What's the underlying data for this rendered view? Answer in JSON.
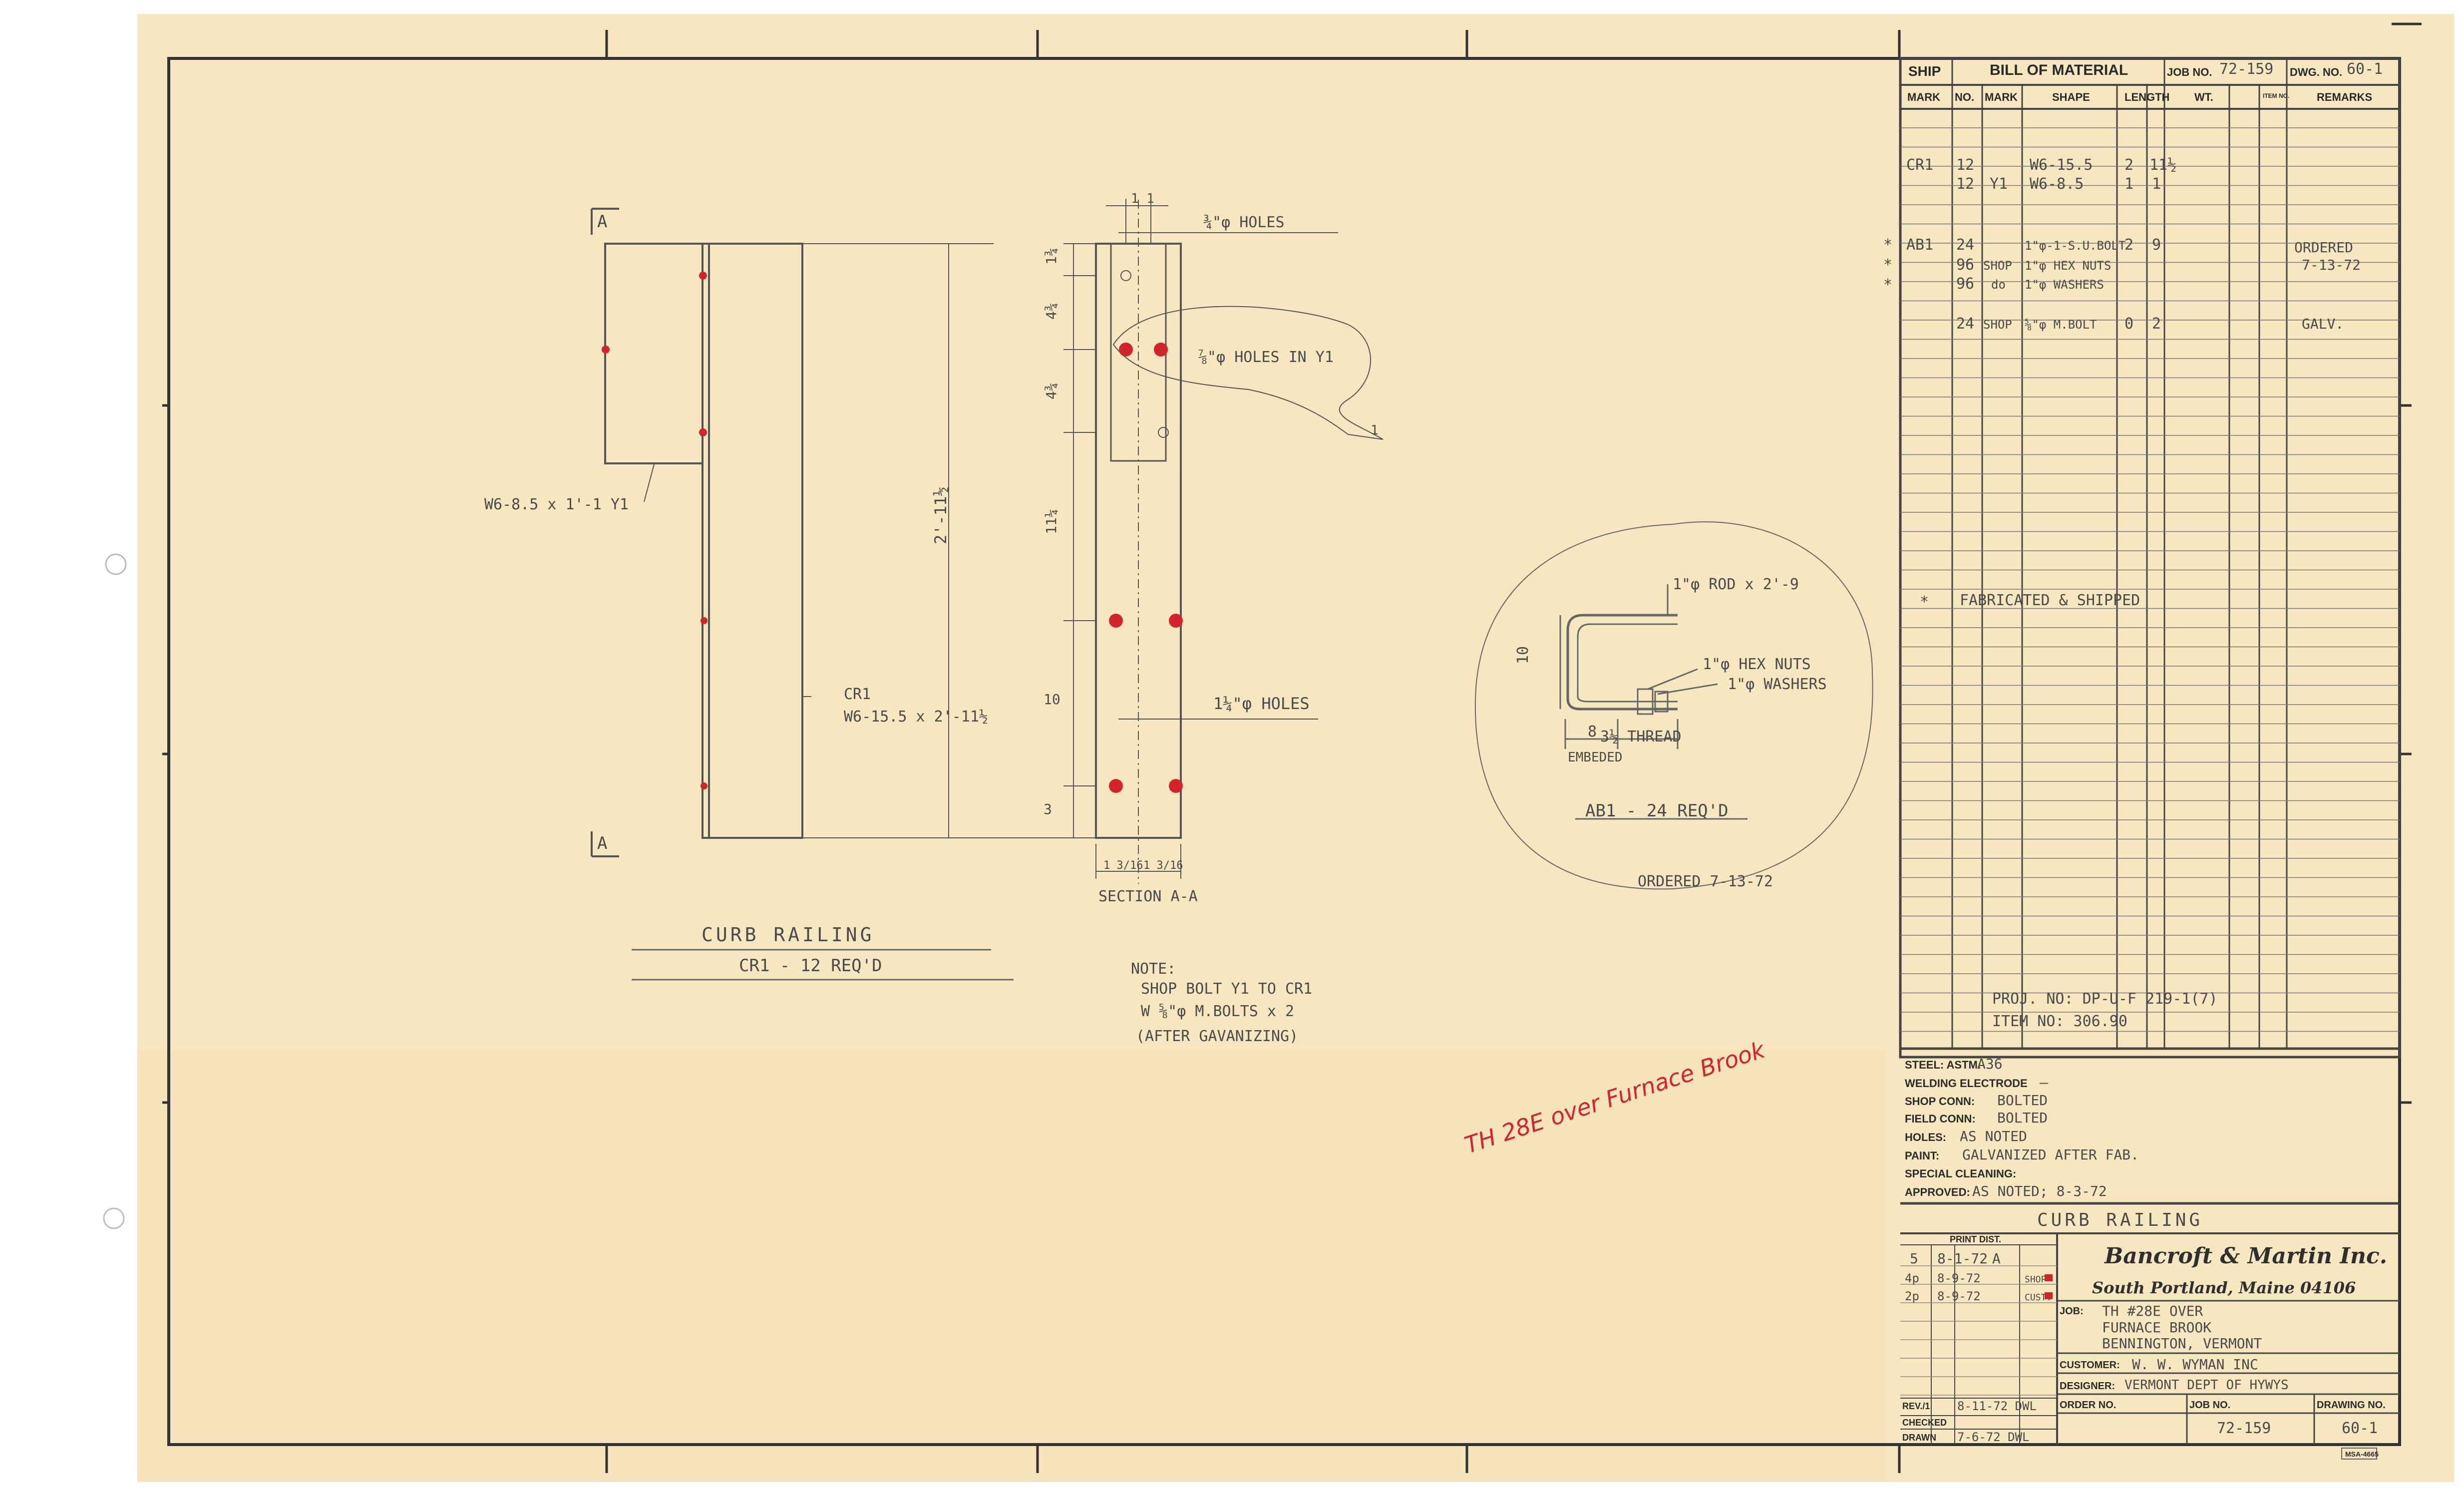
{
  "colors": {
    "paper": "#f7e7c0",
    "ink": "#333333",
    "pencil": "#6b6b6b",
    "red_marks": "#d4242b"
  },
  "bom": {
    "ship_label": "SHIP",
    "title": "BILL OF MATERIAL",
    "job_no_label": "JOB NO.",
    "job_no": "72-159",
    "dwg_no_label": "DWG. NO.",
    "dwg_no": "60-1",
    "headers": [
      "MARK",
      "NO.",
      "MARK",
      "SHAPE",
      "LENGTH",
      "",
      "WT.",
      "ITEM NO.",
      "REMARKS"
    ],
    "rows": [
      [
        "CR1",
        "12",
        "",
        "W6-15.5",
        "2",
        "11½",
        "",
        "",
        ""
      ],
      [
        "",
        "12",
        "Y1",
        "W6-8.5",
        "1",
        "1",
        "",
        "",
        ""
      ],
      [
        "AB1",
        "24",
        "",
        "1\"φ-1-S.U.BOLT",
        "2",
        "9",
        "",
        "",
        "ORDERED"
      ],
      [
        "",
        "96",
        "SHOP",
        "1\"φ HEX NUTS",
        "",
        "",
        "",
        "",
        "7-13-72"
      ],
      [
        "",
        "96",
        "do",
        "1\"φ WASHERS",
        "",
        "",
        "",
        "",
        ""
      ],
      [
        "",
        "24",
        "SHOP",
        "⅝\"φ M.BOLT",
        "0",
        "2",
        "",
        "",
        "GALV."
      ]
    ],
    "asterisk_note": "FABRICATED & SHIPPED",
    "proj_no": "PROJ. NO: DP-U-F 219-1(7)",
    "item_no": "ITEM NO: 306.90"
  },
  "specs": {
    "steel_label": "STEEL: ASTM.",
    "steel": "A36",
    "electrode_label": "WELDING ELECTRODE",
    "electrode": "—",
    "shop_conn_label": "SHOP CONN:",
    "shop_conn": "BOLTED",
    "field_conn_label": "FIELD CONN:",
    "field_conn": "BOLTED",
    "holes_label": "HOLES:",
    "holes": "AS NOTED",
    "paint_label": "PAINT:",
    "paint": "GALVANIZED AFTER FAB.",
    "special_label": "SPECIAL CLEANING:",
    "approved_label": "APPROVED:",
    "approved": "AS NOTED; 8-3-72"
  },
  "title_block": {
    "drawing_title": "CURB RAILING",
    "print_dist_label": "PRINT DIST.",
    "print_dist": [
      [
        "5",
        "8-1-72",
        "A"
      ],
      [
        "4p",
        "8-9-72",
        "SHOP"
      ],
      [
        "2p",
        "8-9-72",
        "CUST."
      ]
    ],
    "company": "Bancroft & Martin Inc.",
    "company_address": "South Portland, Maine 04106",
    "job_label": "JOB:",
    "job_lines": [
      "TH #28E OVER",
      "FURNACE BROOK",
      "BENNINGTON, VERMONT"
    ],
    "customer_label": "CUSTOMER:",
    "customer": "W. W. WYMAN INC",
    "designer_label": "DESIGNER:",
    "designer": "VERMONT DEPT OF HYWYS",
    "rev_label": "REV./1",
    "rev": "8-11-72 DWL",
    "checked_label": "CHECKED",
    "drawn_label": "DRAWN",
    "drawn": "7-6-72 DWL",
    "order_no_label": "ORDER NO.",
    "job_no_label": "JOB NO.",
    "drawing_no_label": "DRAWING NO.",
    "job_no": "72-159",
    "drawing_no": "60-1"
  },
  "drawing": {
    "section_mark_top": "A",
    "section_mark_bottom": "A",
    "y1_label": "W6-8.5 x 1'-1 Y1",
    "cr1_label": "CR1",
    "cr1_size": "W6-15.5 x 2'-11½",
    "overall_dim": "2'-11½",
    "dims_left": [
      "1¾",
      "4¾",
      "4¾",
      "11¼",
      "10",
      "3"
    ],
    "top_dims": "1 1",
    "holes_top": "¾\"φ HOLES",
    "holes_y1": "⅞\"φ HOLES IN Y1",
    "holes_mid": "1¼\"φ HOLES",
    "bottom_dims": [
      "1 3/16",
      "1 3/16"
    ],
    "section_label": "SECTION A-A",
    "title": "CURB RAILING",
    "subtitle": "CR1 - 12 REQ'D",
    "note_head": "NOTE:",
    "note_lines": [
      "SHOP BOLT Y1 TO CR1",
      "W ⅝\"φ M.BOLTS x 2",
      "(AFTER GAVANIZING)"
    ],
    "detail_rod": "1\"φ ROD x 2'-9",
    "detail_nuts": "1\"φ HEX NUTS",
    "detail_washers": "1\"φ WASHERS",
    "detail_thread": "3½ THREAD",
    "detail_embed": "8",
    "detail_embed_label": "EMBEDED",
    "detail_height": "10",
    "detail_title": "AB1 - 24 REQ'D",
    "detail_ordered": "ORDERED 7-13-72",
    "red_note": "TH 28E over Furnace Brook",
    "detail_item": "1"
  },
  "stamp": "MSA-4665"
}
